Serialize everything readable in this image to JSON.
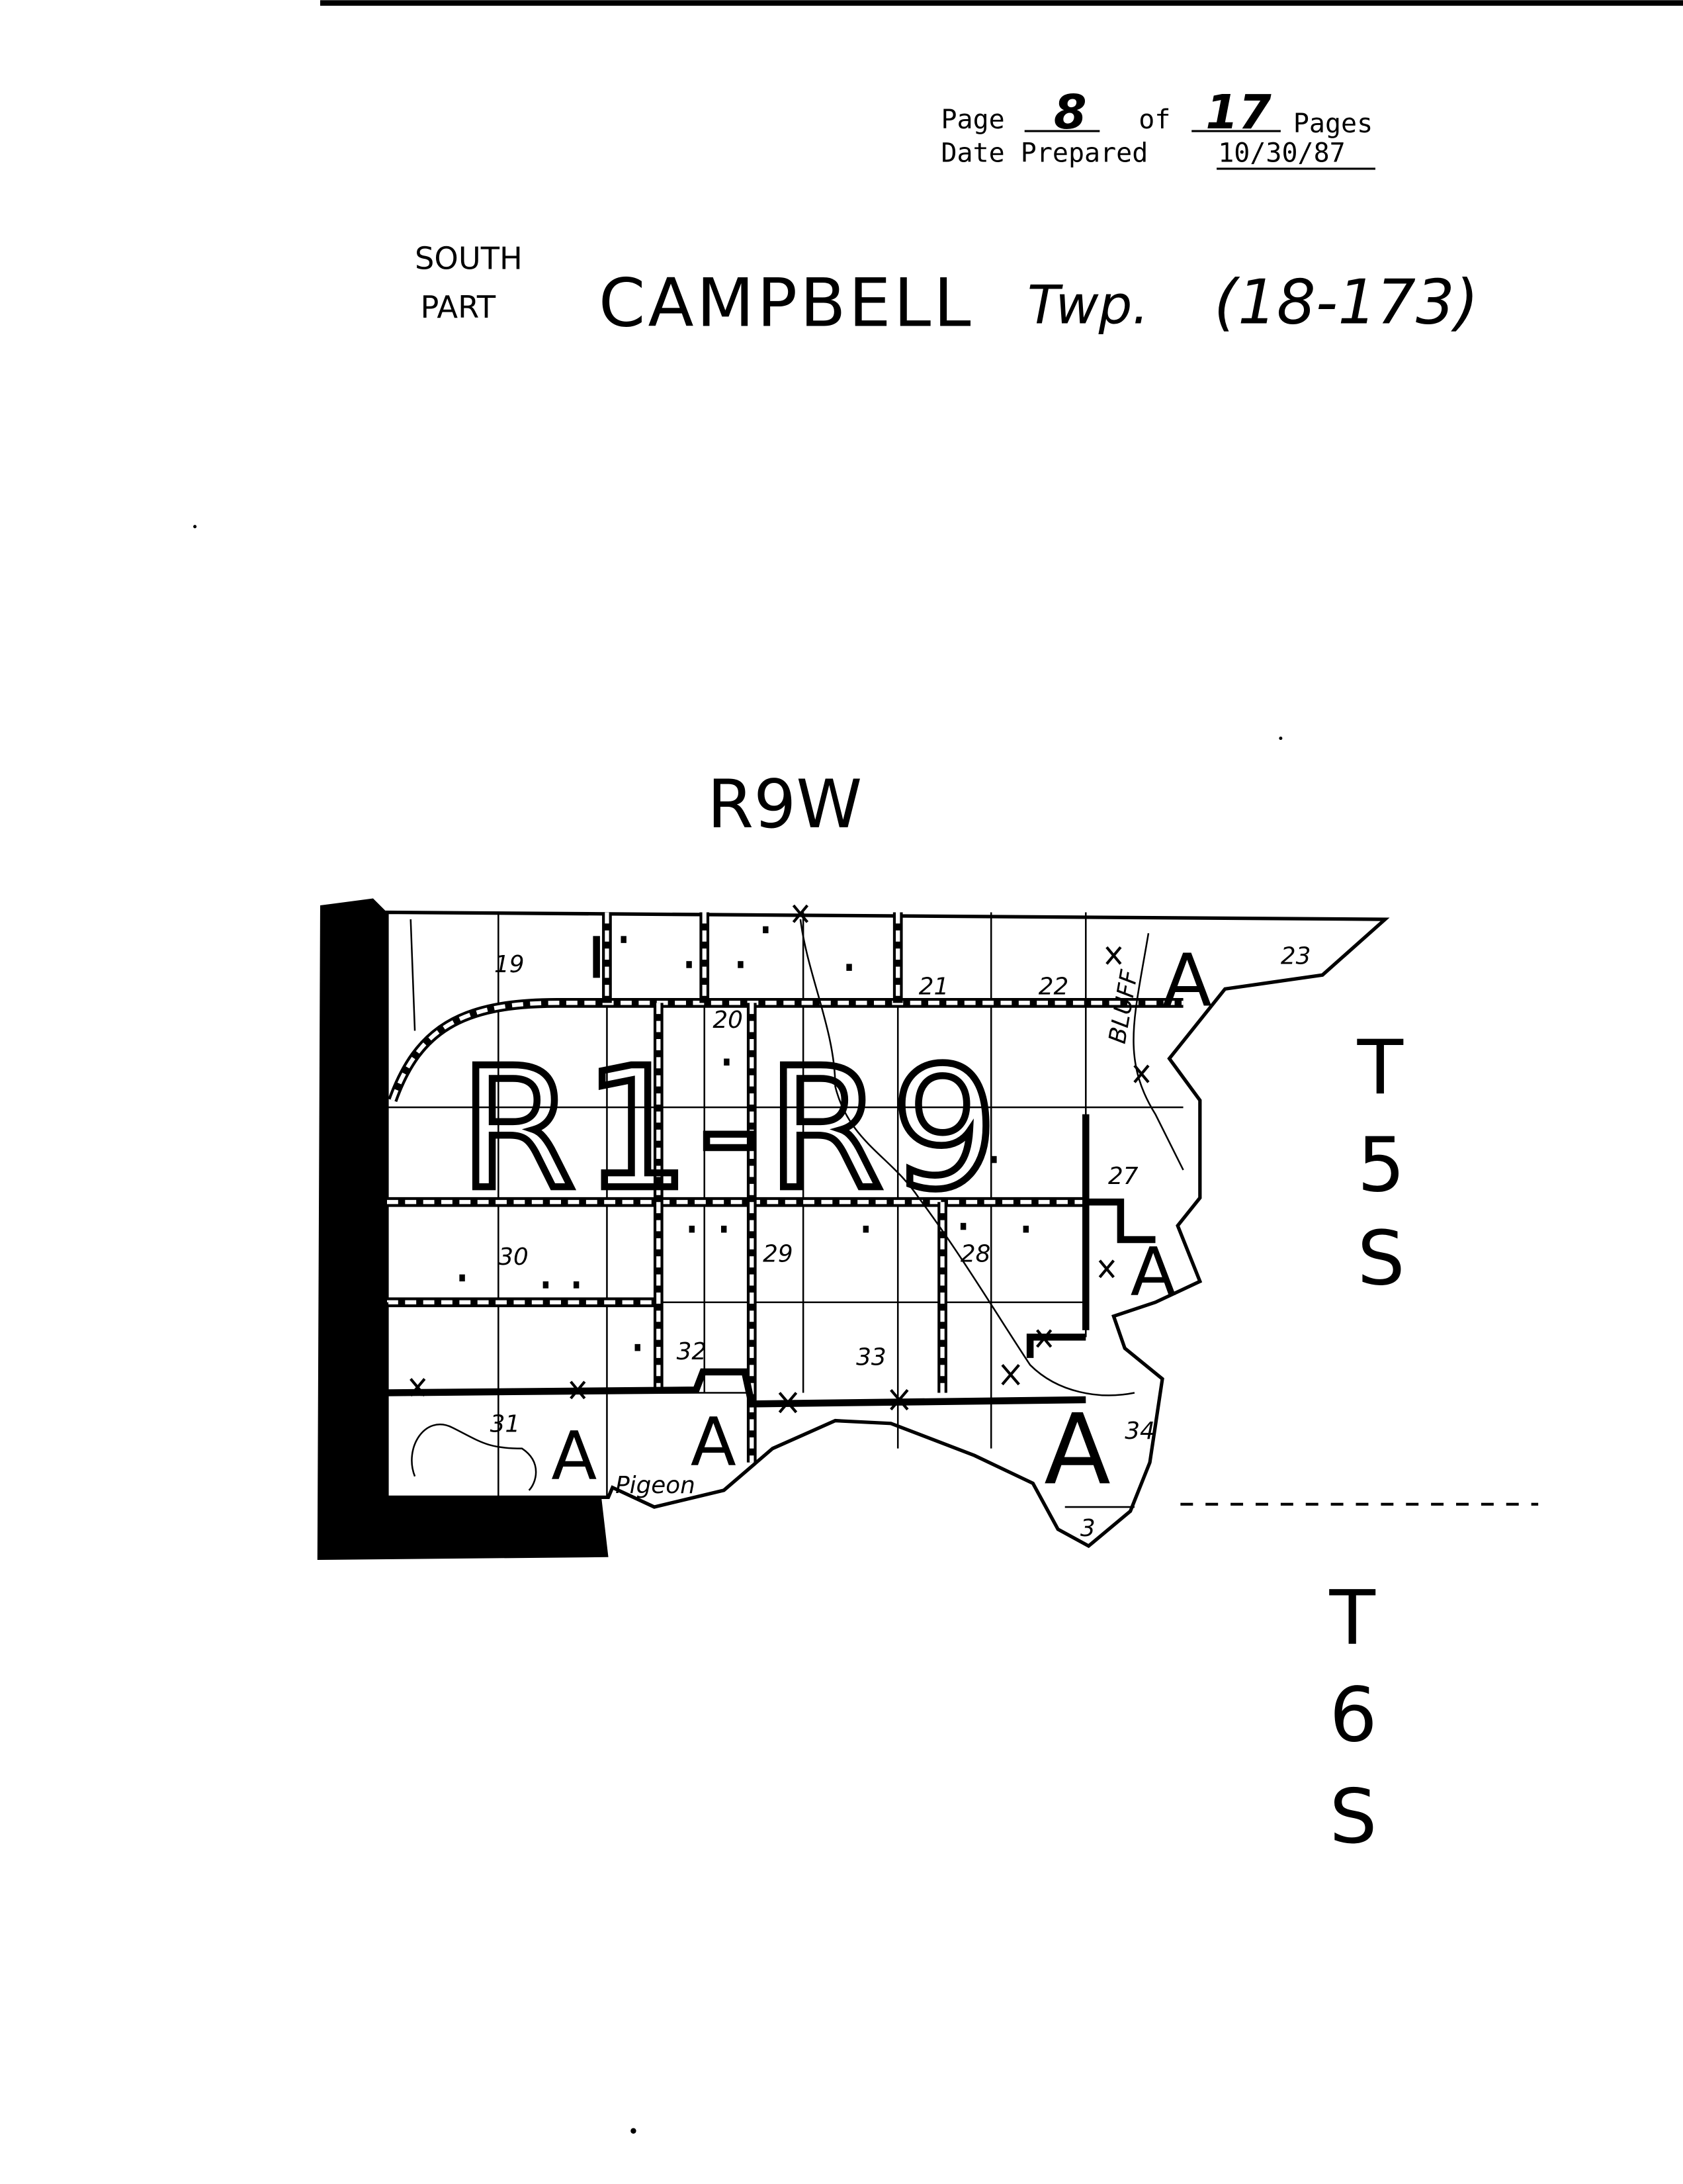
{
  "header": {
    "page_label": "Page",
    "page_number": "8",
    "of_label": "of",
    "total_pages": "17",
    "pages_label": "Pages",
    "date_label": "Date Prepared",
    "date_value": "10/30/87"
  },
  "title": {
    "south": "SOUTH",
    "part": "PART",
    "township": "CAMPBELL",
    "twp": "Twp.",
    "code": "(18-173)"
  },
  "range_label": "R9W",
  "township_labels": {
    "t5s": [
      "T",
      "5",
      "S"
    ],
    "t6s": [
      "T",
      "6",
      "S"
    ]
  },
  "map": {
    "zoning_annotation": "R1-R9",
    "area_markers": [
      "A",
      "A",
      "A",
      "A",
      "A"
    ],
    "sections": [
      "19",
      "20",
      "21",
      "22",
      "23",
      "27",
      "28",
      "29",
      "30",
      "31",
      "32",
      "33",
      "34",
      "3"
    ],
    "features": {
      "bluff": "BLUFF",
      "pigeon": "Pigeon"
    }
  }
}
